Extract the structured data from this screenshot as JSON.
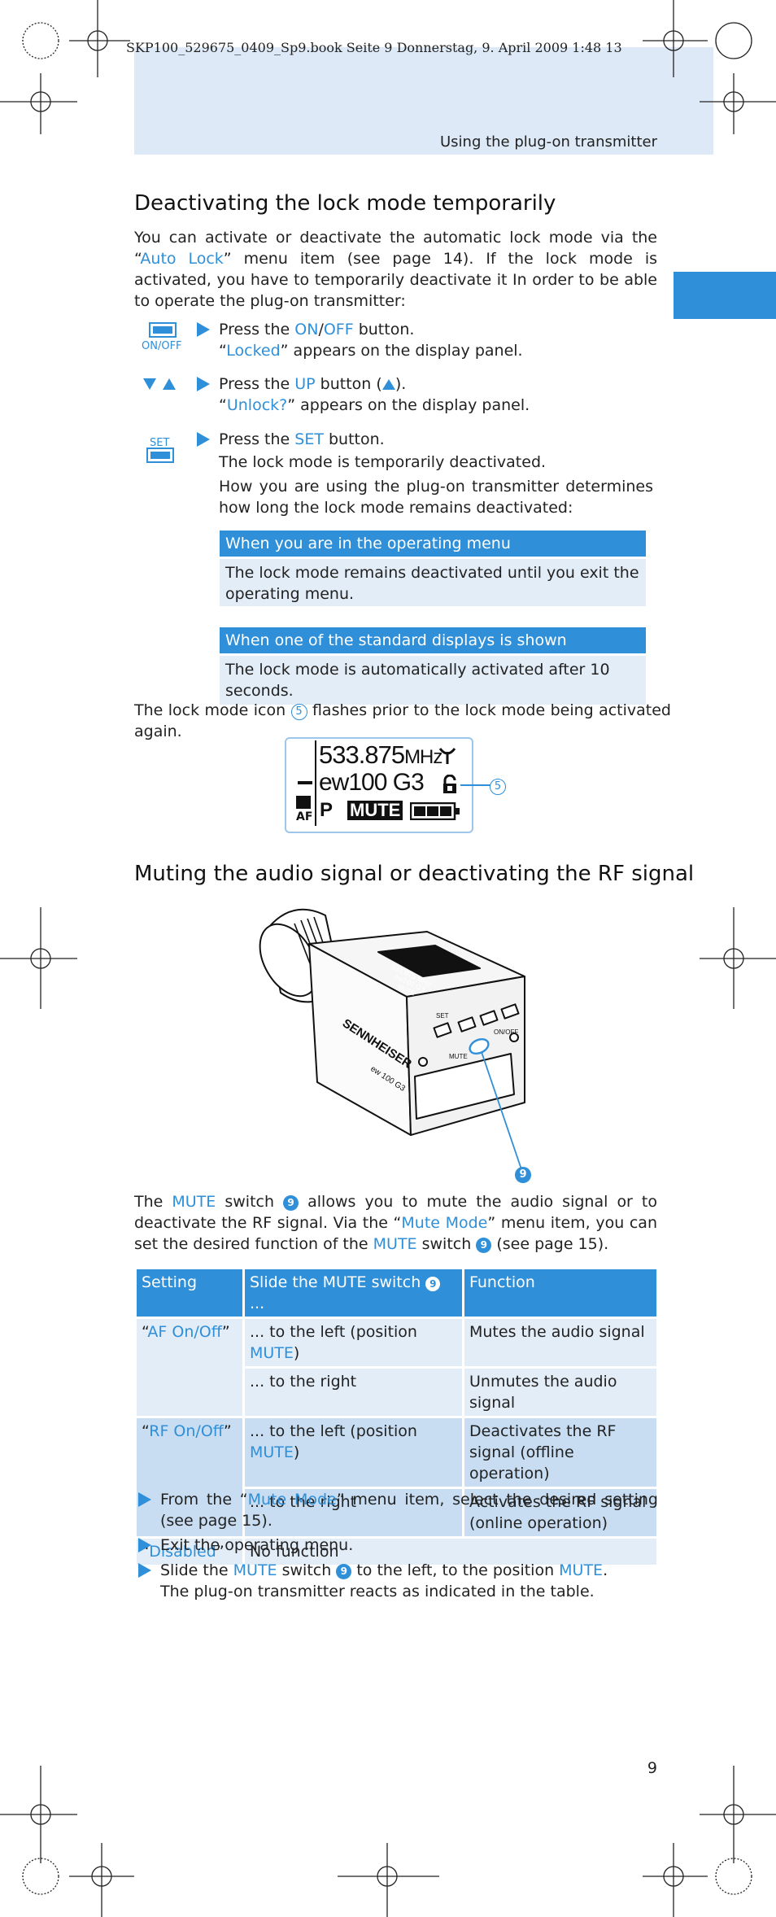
{
  "header": {
    "book_line": "SKP100_529675_0409_Sp9.book  Seite 9  Donnerstag, 9. April 2009  1:48 13",
    "section": "Using the plug-on transmitter"
  },
  "lock_section": {
    "title": "Deactivating the lock mode temporarily",
    "intro_part1": "You can activate or deactivate the automatic lock mode via the “",
    "intro_link": "Auto Lock",
    "intro_part2": "” menu item (see page 14). If the lock mode is activated, you have to temporarily deactivate it In order to be able to operate the plug-on transmitter:",
    "steps": [
      {
        "icon_label": "ON/OFF",
        "line1_pre": "Press the ",
        "on": "ON",
        "slash": "/",
        "off": "OFF",
        "line1_post": " button.",
        "line2_open": "“",
        "line2_word": "Locked",
        "line2_close": "” appears on the display panel."
      },
      {
        "line1_pre": "Press the ",
        "up": "UP",
        "line1_post": " button (",
        "line1_end": ").",
        "line2_open": "“",
        "line2_word": "Unlock?",
        "line2_close": "” appears on the display panel."
      },
      {
        "icon_label": "SET",
        "line1_pre": "Press the ",
        "set": "SET",
        "line1_post": " button.",
        "line2": "The lock mode is temporarily deactivated.",
        "line3": "How you are using the plug-on transmitter determines how long the lock mode remains deactivated:"
      }
    ],
    "boxes": [
      {
        "heading": "When you are in the operating menu",
        "body": "The lock mode remains deactivated until you exit the operating menu."
      },
      {
        "heading": "When one of the standard displays is shown",
        "body": "The lock mode is automatically activated after 10 seconds."
      }
    ],
    "icon_note_pre": "The lock mode icon ",
    "icon_note_num": "5",
    "icon_note_post": " flashes prior to the lock mode being activated again.",
    "lcd": {
      "frequency": "533.875",
      "unit": "MHz",
      "name": "ew100 G3",
      "af": "AF",
      "p": "P",
      "mute": "MUTE",
      "callout": "5"
    }
  },
  "mute_section": {
    "title": "Muting the audio signal or deactivating the RF signal",
    "device_callout": "9",
    "intro": {
      "p1": "The ",
      "mute1": "MUTE",
      "p2": " switch ",
      "num1": "9",
      "p3": " allows you to mute the audio signal or to deactivate the RF signal. Via the “",
      "link": "Mute Mode",
      "p4": "” menu item, you can set the desired function of the ",
      "mute2": "MUTE",
      "p5": " switch ",
      "num2": "9",
      "p6": " (see page 15)."
    },
    "table": {
      "headers": [
        "Setting",
        "Slide the MUTE switch ",
        " ...",
        "Function"
      ],
      "header_num": "9",
      "rows": [
        {
          "setting": "AF On/Off",
          "slide_pre": "... to the left (position ",
          "slide_word": "MUTE",
          "slide_post": ")",
          "function": "Mutes the audio signal"
        },
        {
          "slide": "... to the right",
          "function": "Unmutes the audio signal"
        },
        {
          "setting": "RF On/Off",
          "slide_pre": "... to the left (position ",
          "slide_word": "MUTE",
          "slide_post": ")",
          "function": "Deactivates the RF signal (offline operation)"
        },
        {
          "slide": "... to the right",
          "function": "Activates the RF signal (online operation)"
        },
        {
          "setting": "Disabled",
          "slide": "No function"
        }
      ]
    },
    "bullets": [
      {
        "pre": "From the “",
        "link": "Mute Mode",
        "post": "” menu item, select the desired setting (see page 15)."
      },
      {
        "text": "Exit the operating menu."
      },
      {
        "pre": "Slide the ",
        "mute": "MUTE",
        "mid": " switch ",
        "num": "9",
        "mid2": " to the left, to the position ",
        "mute2": "MUTE",
        "post": ".",
        "line2": "The plug-on transmitter reacts as indicated in the table."
      }
    ]
  },
  "device_labels": {
    "brand": "SENNHEISER",
    "model": "ew 100 G3",
    "set": "SET",
    "onoff": "ON/OFF",
    "mute": "MUTE",
    "screen_line1": "533.875 MHz",
    "screen_line2": "ew100 G3",
    "screen_mute": "MUTE"
  },
  "page_number": "9",
  "colors": {
    "accent": "#2f8fd8",
    "band": "#dde9f6",
    "row_light": "#e3edf8",
    "row_dark": "#c8ddf2"
  }
}
